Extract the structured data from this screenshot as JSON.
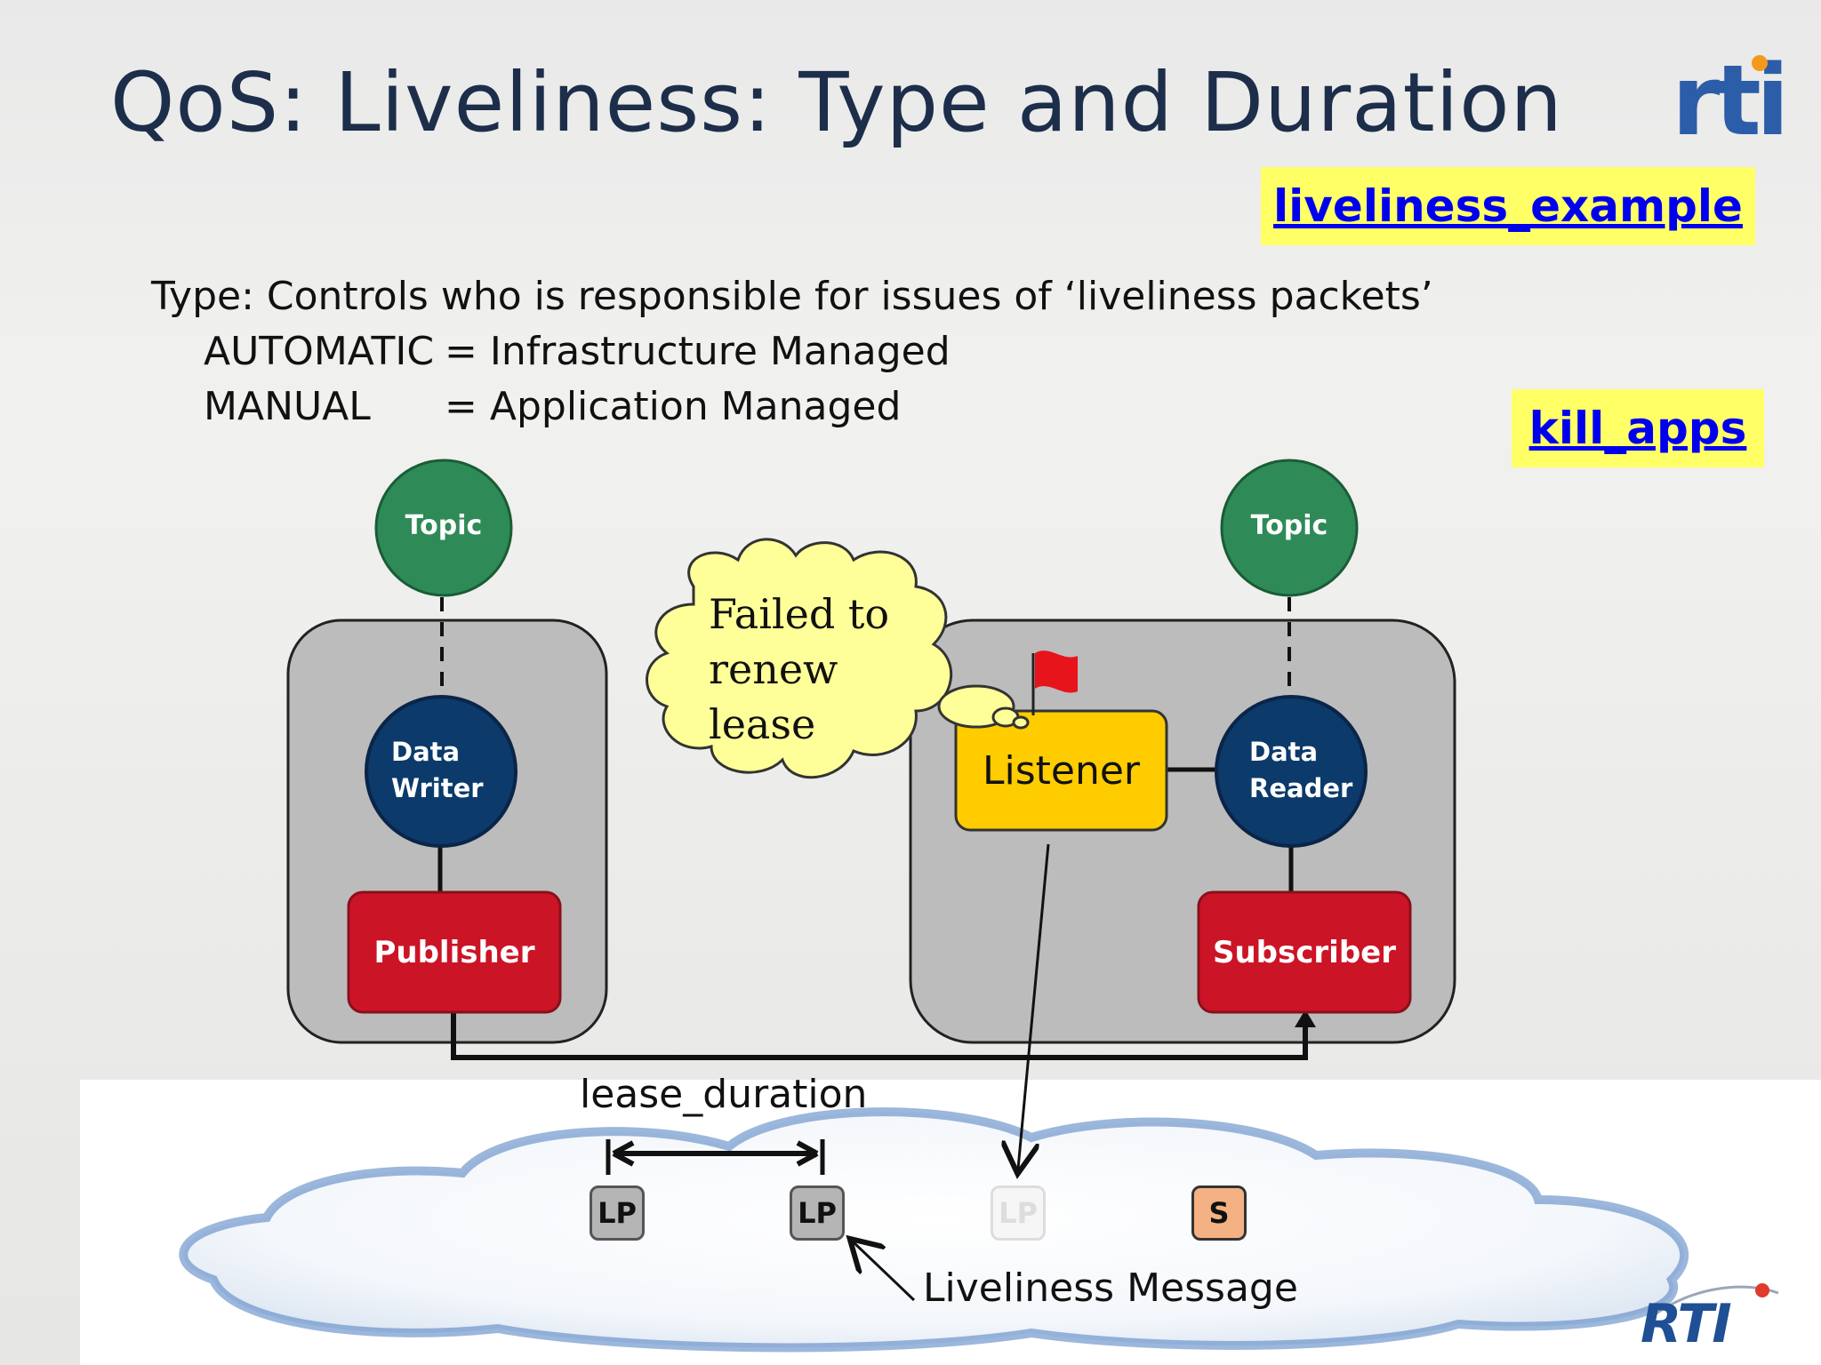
{
  "slide": {
    "title": "QoS: Liveliness: Type and  Duration",
    "links": {
      "example": "liveliness_example",
      "kill": "kill_apps"
    },
    "body": {
      "type_line": "Type:  Controls who is responsible for issues of ‘liveliness packets’",
      "automatic_key": "AUTOMATIC",
      "automatic_val": "= Infrastructure Managed",
      "manual_key": "MANUAL",
      "manual_val": "= Application Managed"
    }
  },
  "diagram": {
    "left": {
      "topic": "Topic",
      "writer_line1": "Data",
      "writer_line2": "Writer",
      "publisher": "Publisher"
    },
    "right": {
      "topic": "Topic",
      "reader_line1": "Data",
      "reader_line2": "Reader",
      "subscriber": "Subscriber",
      "listener": "Listener"
    },
    "thought": {
      "line1": "Failed to",
      "line2": "renew",
      "line3": "lease"
    },
    "lease_label": "lease_duration",
    "packets": [
      "LP",
      "LP",
      "LP",
      "S"
    ],
    "liveliness_message": "Liveliness Message"
  },
  "colors": {
    "title": "#1c2e4a",
    "topic": "#2e8b57",
    "entity": "#003366",
    "publisher": "#cc1427",
    "listener": "#ffcc00",
    "link_highlight": "#ffff66",
    "sample": "#f4b183"
  }
}
